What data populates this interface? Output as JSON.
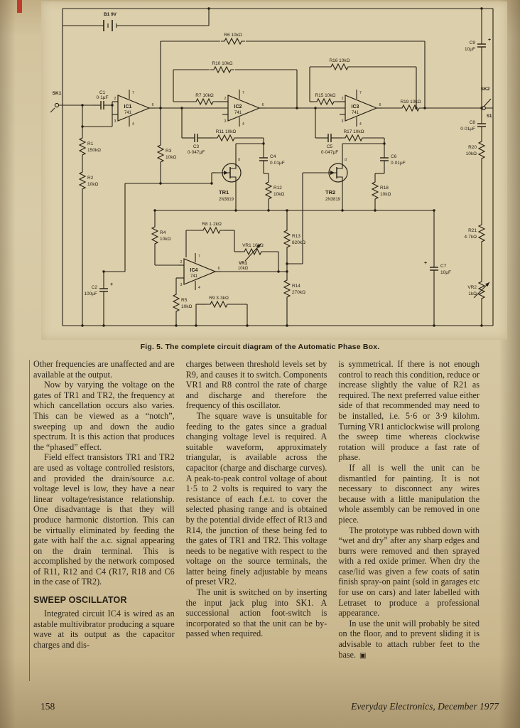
{
  "figure": {
    "caption": "Fig. 5. The complete circuit diagram of the Automatic Phase Box."
  },
  "schematic": {
    "opamp_pins": {
      "inverting": "2",
      "noninverting": "3",
      "supply_top": "7",
      "output": "6",
      "supply_bottom": "4"
    },
    "polarity_mark": "+",
    "fet_drain_label": "d",
    "components": {
      "B1": "9V",
      "SK1": "",
      "SK2": "",
      "S1": "",
      "IC1": "741",
      "IC2": "741",
      "IC3": "741",
      "IC4": "741",
      "TR1": "2N3819",
      "TR2": "2N3819",
      "R1": "150kΩ",
      "R2": "10kΩ",
      "R3": "10kΩ",
      "R4": "10kΩ",
      "R5": "10kΩ",
      "R6": "10kΩ",
      "R7": "10kΩ",
      "R8": "1·2kΩ",
      "R9": "3·3kΩ",
      "R10": "10kΩ",
      "R11": "10kΩ",
      "R12": "10kΩ",
      "R13": "820kΩ",
      "R14": "270kΩ",
      "R15": "10kΩ",
      "R16": "10kΩ",
      "R17": "10kΩ",
      "R18": "10kΩ",
      "R19": "10kΩ",
      "R20": "10kΩ",
      "R21": "4·7kΩ",
      "VR1": "10kΩ",
      "VR2": "1kΩ",
      "C1": "0·1μF",
      "C2": "100μF",
      "C3": "0·047μF",
      "C4": "0·01μF",
      "C5": "0·047μF",
      "C6": "0·01μF",
      "C7": "10μF",
      "C8": "0·01μF",
      "C9": "10μF"
    }
  },
  "article": {
    "end_mark": "▣",
    "columns": [
      {
        "blocks": [
          {
            "type": "p",
            "text": "Other frequencies are unaffected and are available at the output."
          },
          {
            "type": "p",
            "text": "Now by varying the voltage on the gates of TR1 and TR2, the frequency at which cancellation occurs also varies. This can be viewed as a “notch”, sweeping up and down the audio spectrum. It is this action that produces the “phased” effect."
          },
          {
            "type": "p",
            "text": "Field effect transistors TR1 and TR2 are used as voltage controlled resistors, and provided the drain/source a.c. voltage level is low, they have a near linear voltage/resistance relationship. One disadvantage is that they will produce harmonic distortion. This can be virtually eliminated by feeding the gate with half the a.c. signal appearing on the drain terminal. This is accomplished by the network composed of R11, R12 and C4 (R17, R18 and C6 in the case of TR2)."
          },
          {
            "type": "h",
            "text": "SWEEP OSCILLATOR"
          },
          {
            "type": "p",
            "text": "Integrated circuit IC4 is wired as an astable multivibrator producing a square wave at its output as the capacitor charges and dis-"
          }
        ]
      },
      {
        "blocks": [
          {
            "type": "p",
            "text": "charges between threshold levels set by R9, and causes it to switch. Components VR1 and R8 control the rate of charge and discharge and therefore the frequency of this oscillator."
          },
          {
            "type": "p",
            "text": "The square wave is unsuitable for feeding to the gates since a gradual changing voltage level is required. A suitable waveform, approximately triangular, is available across the capacitor (charge and discharge curves). A peak-to-peak control voltage of about 1·5 to 2 volts is required to vary the resistance of each f.e.t. to cover the selected phasing range and is obtained by the potential divide effect of R13 and R14, the junction of these being fed to the gates of TR1 and TR2. This voltage needs to be negative with respect to the voltage on the source terminals, the latter being finely adjustable by means of preset VR2."
          },
          {
            "type": "p",
            "text": "The unit is switched on by inserting the input jack plug into SK1. A successional action foot-switch is incorporated so that the unit can be by-passed when required."
          }
        ]
      },
      {
        "blocks": [
          {
            "type": "p",
            "text": "is symmetrical. If there is not enough control to reach this condition, reduce or increase slightly the value of R21 as required. The next preferred value either side of that recommended may need to be installed, i.e. 5·6 or 3·9 kilohm. Turning VR1 anticlockwise will prolong the sweep time whereas clockwise rotation will produce a fast rate of phase."
          },
          {
            "type": "p",
            "text": "If all is well the unit can be dismantled for painting. It is not necessary to disconnect any wires because with a little manipulation the whole assembly can be removed in one piece."
          },
          {
            "type": "p",
            "text": "The prototype was rubbed down with “wet and dry” after any sharp edges and burrs were removed and then sprayed with a red oxide primer. When dry the case/lid was given a few coats of satin finish spray-on paint (sold in garages etc for use on cars) and later labelled with Letraset to produce a professional appearance."
          },
          {
            "type": "p",
            "text": "In use the unit will probably be sited on the floor, and to prevent sliding it is advisable to attach rubber feet to the base."
          }
        ]
      }
    ]
  },
  "footer": {
    "page_number": "158",
    "journal": "Everyday Electronics, December 1977"
  }
}
